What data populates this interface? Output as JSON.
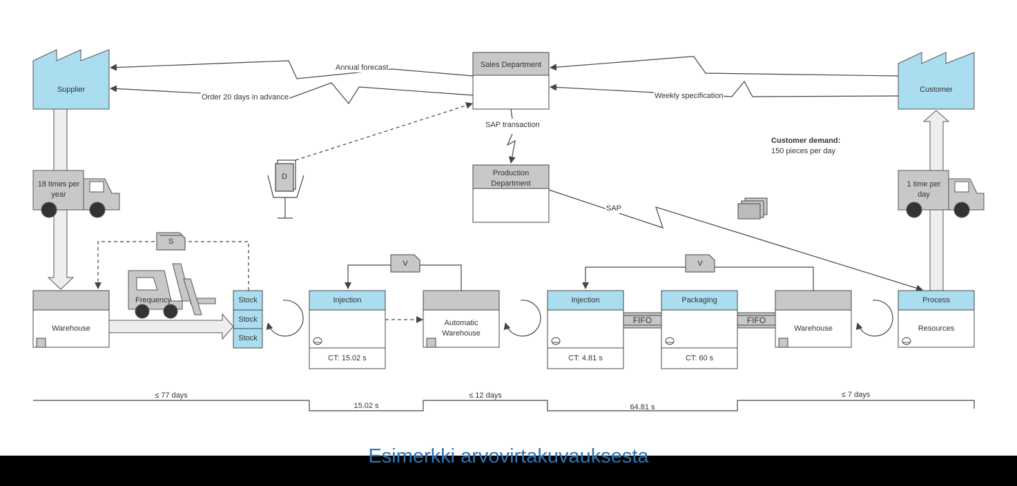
{
  "nodes": {
    "supplier": "Supplier",
    "customer": "Customer",
    "sales_department": "Sales Department",
    "production_department": "Production Department",
    "warehouse_1": "Warehouse",
    "warehouse_2": "Warehouse",
    "automatic_warehouse": "Automatic Warehouse",
    "injection_1": "Injection",
    "injection_1_ct": "CT: 15.02 s",
    "injection_2": "Injection",
    "injection_2_ct": "CT: 4.81 s",
    "packaging": "Packaging",
    "packaging_ct": "CT: 60 s",
    "process": "Process",
    "resources": "Resources",
    "stock": [
      "Stock",
      "Stock",
      "Stock"
    ]
  },
  "flows": {
    "annual_forecast": "Annual forecast",
    "order_advance": "Order 20 days in advance",
    "weekly_specification": "Weekly specification",
    "sap_transaction": "SAP transaction",
    "sap": "SAP",
    "supplier_truck": "18 times per year",
    "customer_truck": "1 time per day",
    "frequency": "Frequency",
    "fifo": [
      "FIFO",
      "FIFO"
    ],
    "kanban_d": "D",
    "kanban_s": "S",
    "kanban_v": [
      "V",
      "V"
    ]
  },
  "customer_demand": {
    "title": "Customer demand:",
    "value": "150 pieces per day"
  },
  "timeline": {
    "upper": [
      "≤ 77 days",
      "≤ 12 days",
      "≤ 7 days"
    ],
    "lower": [
      "15.02 s",
      "64.81 s"
    ]
  },
  "caption": "Esimerkki arvovirtakuvauksesta",
  "colors": {
    "process_header": "#a9ddef",
    "plain_header": "#c8c8c8",
    "factory": "#a9ddef",
    "truck": "#c8c8c8",
    "line": "#444444",
    "caption": "#2e75b6"
  }
}
